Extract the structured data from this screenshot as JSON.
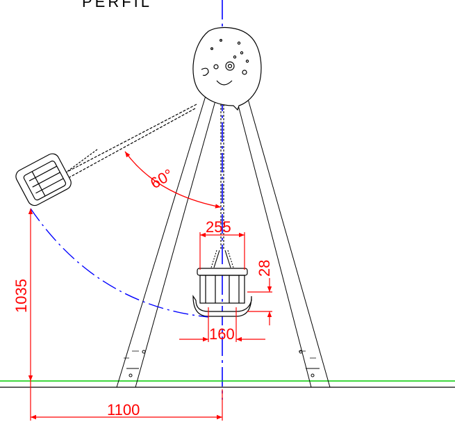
{
  "drawing": {
    "title": "PERFIL",
    "angle_label": "60°",
    "dimensions": {
      "seat_width": "255",
      "seat_gap": "28",
      "seat_bottom": "160",
      "height": "1035",
      "offset": "1100"
    },
    "colors": {
      "dimension": "#ff0000",
      "centerline": "#0000ff",
      "ground": "#00cc00",
      "outline": "#000000"
    }
  }
}
